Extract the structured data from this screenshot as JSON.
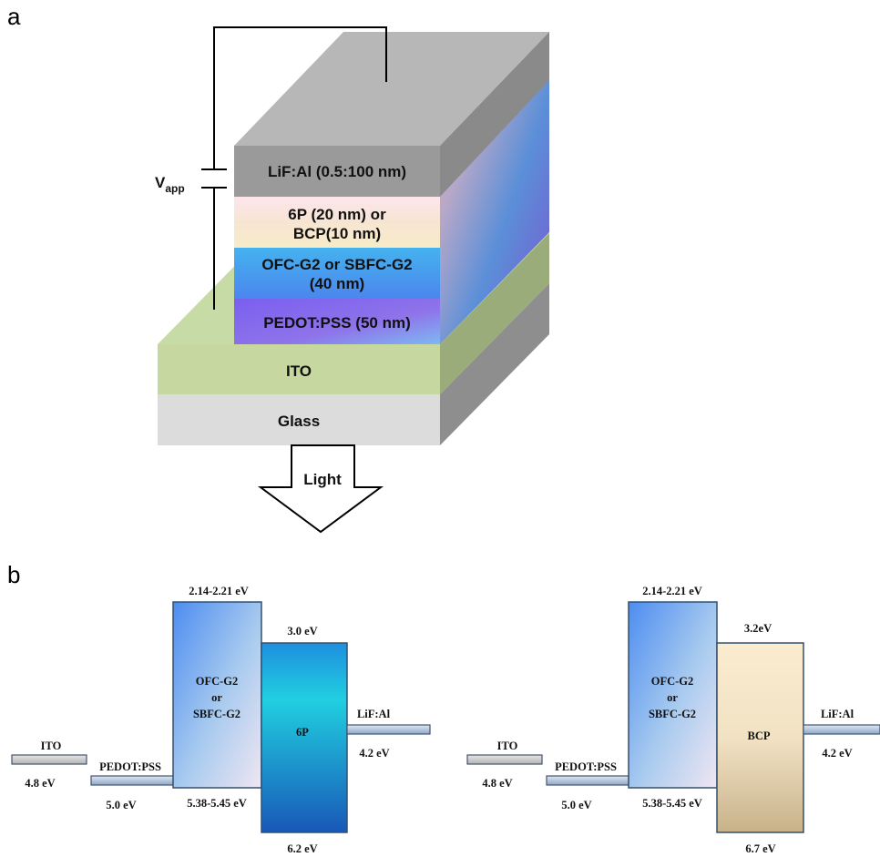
{
  "panel_a": {
    "label": "a",
    "layers": {
      "cathode": "LiF:Al (0.5:100 nm)",
      "etl_line1": "6P (20 nm) or",
      "etl_line2": "BCP(10 nm)",
      "eml_line1": "OFC-G2 or SBFC-G2",
      "eml_line2": "(40 nm)",
      "hil": "PEDOT:PSS (50 nm)",
      "anode": "ITO",
      "substrate": "Glass"
    },
    "voltage_symbol": "V",
    "voltage_subscript": "app",
    "light_label": "Light",
    "colors": {
      "cathode": "#9e9e9e",
      "etl": "#f7e2d0",
      "eml": "#4aa0f0",
      "hil": "#7a5ce6",
      "anode": "#c6d89f",
      "substrate": "#dcdcdc"
    }
  },
  "panel_b": {
    "label": "b",
    "diagrams": [
      {
        "ito_label": "ITO",
        "ito_level": "4.8 eV",
        "pedot_label": "PEDOT:PSS",
        "pedot_level": "5.0 eV",
        "host_lumo": "2.14-2.21 eV",
        "host_line1": "OFC-G2",
        "host_line2": "or",
        "host_line3": "SBFC-G2",
        "host_homo": "5.38-5.45 eV",
        "etl_label": "6P",
        "etl_lumo": "3.0 eV",
        "etl_homo": "6.2 eV",
        "cathode_label": "LiF:Al",
        "cathode_level": "4.2 eV"
      },
      {
        "ito_label": "ITO",
        "ito_level": "4.8 eV",
        "pedot_label": "PEDOT:PSS",
        "pedot_level": "5.0 eV",
        "host_lumo": "2.14-2.21 eV",
        "host_line1": "OFC-G2",
        "host_line2": "or",
        "host_line3": "SBFC-G2",
        "host_homo": "5.38-5.45 eV",
        "etl_label": "BCP",
        "etl_lumo": "3.2eV",
        "etl_homo": "6.7 eV",
        "cathode_label": "LiF:Al",
        "cathode_level": "4.2 eV"
      }
    ]
  }
}
